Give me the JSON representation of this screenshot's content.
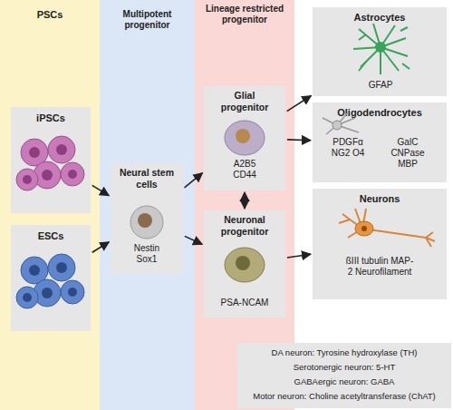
{
  "diagram": {
    "nodes": [
      {
        "text": [
          "PSCs"
        ]
      },
      {
        "text": [
          "iPSCs"
        ],
        "in": 0
      },
      {
        "text": [
          "ESCs"
        ],
        "in": 0
      },
      {
        "text": [
          "Multipotent progenitor"
        ]
      },
      {
        "text": [
          "Neural stem cells",
          "Nestin Sox1"
        ],
        "in": 3
      },
      {
        "text": [
          "Lineage restricted progenitor"
        ]
      },
      {
        "text": [
          "Glial progenitor",
          "A2B5 CD44"
        ],
        "in": 5
      },
      {
        "text": [
          "Neuronal progenitor",
          "PSA-NCAM"
        ],
        "in": 5
      },
      {
        "text": [
          "Astrocytes",
          "GFAP"
        ]
      },
      {
        "text": [
          "Oligodendrocytes",
          "PDGFα NG2 O4",
          "GalC CNPase MBP"
        ]
      },
      {
        "text": [
          "Neurons",
          "ßIII tubulin MAP-2 Neurofilament"
        ]
      },
      {
        "text": [
          "DA neuron: Tyrosine hydroxylase (TH)",
          "Serotonergic neuron: 5-HT",
          "GABAergic neuron: GABA",
          "Motor neuron: Choline acetyltransferase (ChAT)"
        ]
      }
    ],
    "edges": [
      {
        "from": 1,
        "to": 4,
        "arrow": "to"
      },
      {
        "from": 2,
        "to": 4,
        "arrow": "to"
      },
      {
        "from": 4,
        "to": 6,
        "arrow": "to"
      },
      {
        "from": 4,
        "to": 7,
        "arrow": "to"
      },
      {
        "from": 6,
        "to": 7,
        "arrow": "both"
      },
      {
        "from": 6,
        "to": 8,
        "arrow": "to"
      },
      {
        "from": 6,
        "to": 9,
        "arrow": "to"
      },
      {
        "from": 7,
        "to": 10,
        "arrow": "to"
      }
    ]
  }
}
